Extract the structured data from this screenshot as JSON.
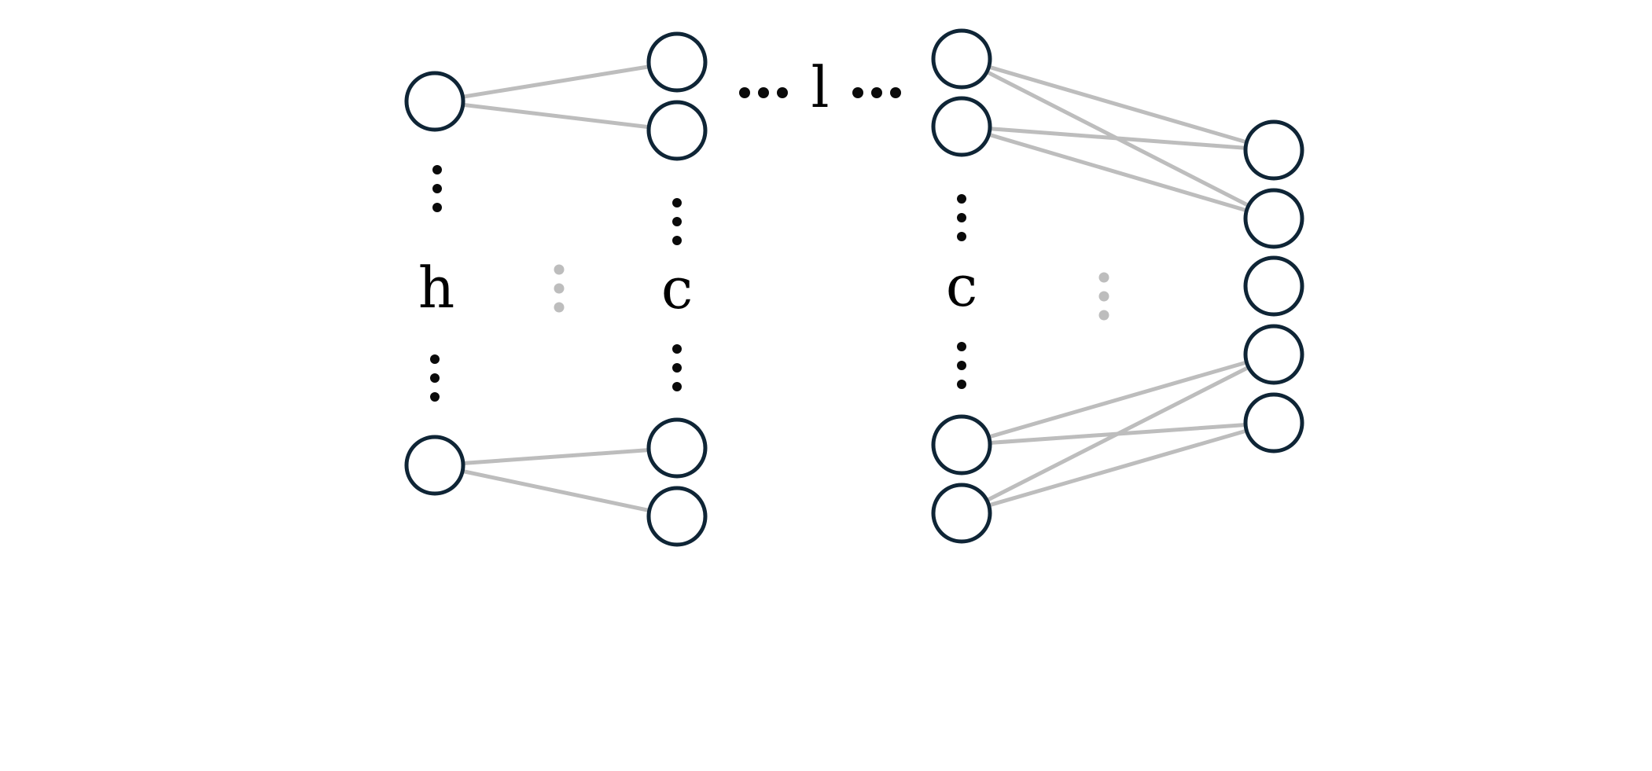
{
  "diagram": {
    "labels": {
      "input_layer": "h",
      "layer_count": "l",
      "hidden_layer_first": "c",
      "hidden_layer_last": "c"
    },
    "colors": {
      "node_stroke": "#0f2536",
      "edge": "#bdbdbd",
      "ellipsis_dark": "#0a0a0a",
      "ellipsis_light": "#bdbdbd"
    }
  }
}
